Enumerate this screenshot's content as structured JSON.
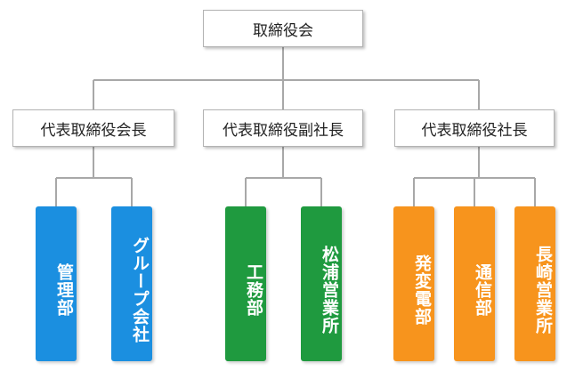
{
  "top": {
    "label": "取締役会"
  },
  "executives": [
    {
      "label": "代表取締役会長"
    },
    {
      "label": "代表取締役副社長"
    },
    {
      "label": "代表取締役社長"
    }
  ],
  "departments": [
    {
      "label": "管理部"
    },
    {
      "label": "グループ会社"
    },
    {
      "label": "工務部"
    },
    {
      "label": "松浦営業所"
    },
    {
      "label": "発変電部"
    },
    {
      "label": "通信部"
    },
    {
      "label": "長崎営業所"
    }
  ],
  "colors": {
    "blue": "#1b8fe0",
    "green": "#1f9a3f",
    "orange": "#f7941d",
    "line": "#a8a8a8"
  }
}
